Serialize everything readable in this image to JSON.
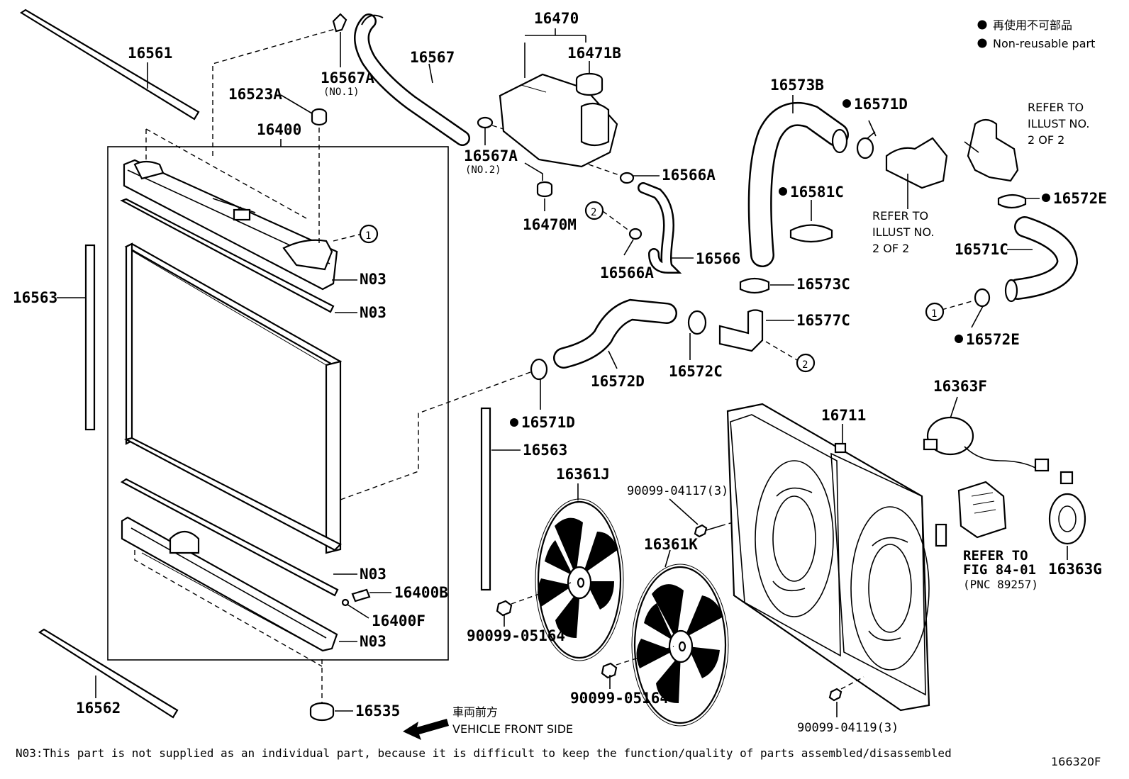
{
  "legend": {
    "line1": "再使用不可部品",
    "line2": "Non-reusable part"
  },
  "labels": {
    "p16561": "16561",
    "p16567A_1": "16567A",
    "p16567A_1_sub": "(NO.1)",
    "p16567": "16567",
    "p16470": "16470",
    "p16471B": "16471B",
    "p16523A": "16523A",
    "p16400": "16400",
    "p16567A_2": "16567A",
    "p16567A_2_sub": "(NO.2)",
    "p16566A_1": "16566A",
    "p16470M": "16470M",
    "p16566": "16566",
    "p16566A_2": "16566A",
    "p16573B": "16573B",
    "p16571D_1": "16571D",
    "p16581C": "16581C",
    "p16573C": "16573C",
    "p16577C": "16577C",
    "p16572E_1": "16572E",
    "p16571C": "16571C",
    "p16572E_2": "16572E",
    "p16563_1": "16563",
    "n03_1": "N03",
    "n03_2": "N03",
    "n03_3": "N03",
    "n03_4": "N03",
    "p16400B": "16400B",
    "p16400F": "16400F",
    "p16562": "16562",
    "p16535": "16535",
    "p16572D": "16572D",
    "p16572C": "16572C",
    "p16571D_2": "16571D",
    "p16563_2": "16563",
    "p16361J": "16361J",
    "p16361K": "16361K",
    "p16711": "16711",
    "p16363F": "16363F",
    "p16363G": "16363G",
    "p90099_04117": "90099-04117(3)",
    "p90099_05164_1": "90099-05164",
    "p90099_05164_2": "90099-05164",
    "p90099_04119": "90099-04119(3)",
    "ref1_line1": "REFER TO",
    "ref1_line2": "ILLUST NO.",
    "ref1_line3": "2 OF 2",
    "ref2_line1": "REFER TO",
    "ref2_line2": "ILLUST NO.",
    "ref2_line3": "2 OF 2",
    "ref3_line1": "REFER TO",
    "ref3_line2": "FIG 84-01",
    "ref3_line3": "(PNC 89257)",
    "marker1": "1",
    "marker2": "2"
  },
  "direction": {
    "jp": "車両前方",
    "en": "VEHICLE FRONT SIDE"
  },
  "footnote": "N03:This part is not supplied as an individual part, because it is difficult to keep the function/quality of parts assembled/disassembled",
  "figure_id": "166320F"
}
